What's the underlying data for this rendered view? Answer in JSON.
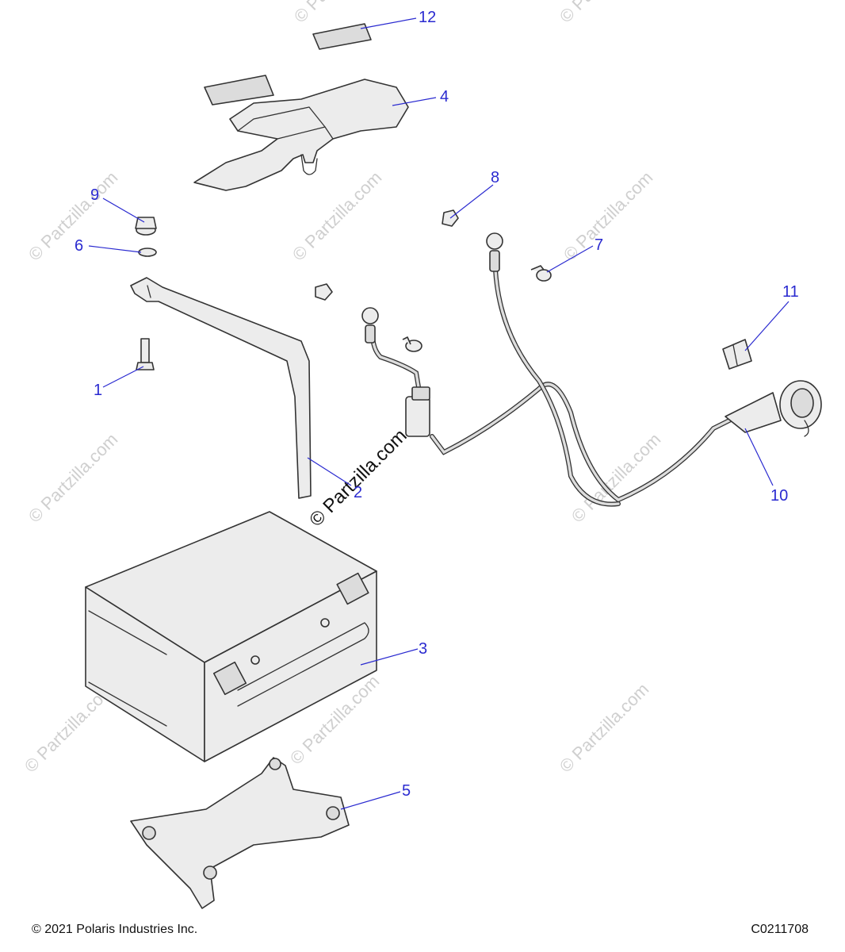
{
  "watermark": {
    "text": "© Partzilla.com",
    "color": "#cfcfcf"
  },
  "callouts": {
    "part_1": "1",
    "part_2": "2",
    "part_3": "3",
    "part_4": "4",
    "part_5": "5",
    "part_6": "6",
    "part_7": "7",
    "part_8": "8",
    "part_9": "9",
    "part_10": "10",
    "part_11": "11",
    "part_12": "12",
    "color": "#2a2ad0"
  },
  "footer": {
    "copyright": "© 2021 Polaris Industries Inc.",
    "diagram_code": "C0211708"
  }
}
